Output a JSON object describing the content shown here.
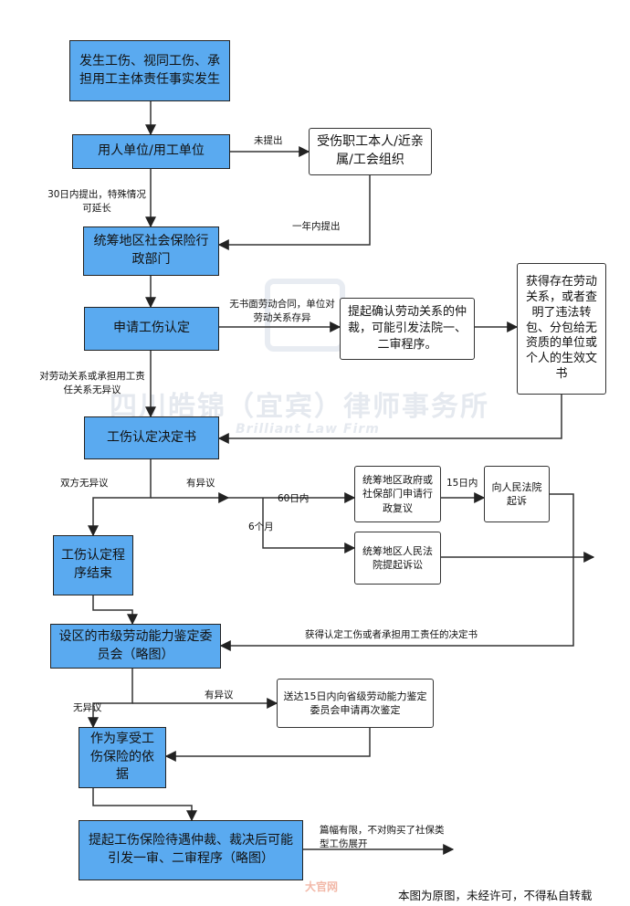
{
  "boxes": {
    "start": "发生工伤、视同工伤、承担用工主体责任事实发生",
    "employer": "用人单位/用工单位",
    "injured": "受伤职工本人/近亲属/工会组织",
    "social_insurance": "统筹地区社会保险行政部门",
    "apply": "申请工伤认定",
    "arbitration": "提起确认劳动关系的仲裁，可能引发法院一、二审程序。",
    "effective_doc": "获得存在劳动关系，或者查明了违法转包、分包给无资质的单位或个人的生效文书",
    "decision": "工伤认定决定书",
    "reconsideration": "统筹地区政府或社保部门申请行政复议",
    "court": "向人民法院起诉",
    "lawsuit": "统筹地区人民法院提起诉讼",
    "procedure_end": "工伤认定程序结束",
    "appraisal": "设区的市级劳动能力鉴定委员会（略图）",
    "reappraisal": "送达15日内向省级劳动能力鉴定委员会申请再次鉴定",
    "basis": "作为享受工伤保险的依据",
    "final": "提起工伤保险待遇仲裁、裁决后可能引发一审、二审程序（略图）"
  },
  "labels": {
    "not_filed": "未提出",
    "within_30": "30日内提出，特殊情况可延长",
    "within_year": "一年内提出",
    "no_contract": "无书面劳动合同，单位对劳动关系存异",
    "no_objection_relation": "对劳动关系或承担用工责任关系无异议",
    "both_no_objection": "双方无异议",
    "objection": "有异议",
    "within_60": "60日内",
    "six_months": "6个月",
    "within_15": "15日内",
    "obtain_decision": "获得认定工伤或者承担用工责任的决定书",
    "objection2": "有异议",
    "no_objection2": "无异议",
    "limited_space": "篇幅有限，不对购买了社保类型工伤展开"
  },
  "watermark": {
    "firm": "四川皓锦（宜宾）律师事务所",
    "firm_en": "Brilliant Law Firm"
  },
  "footer": {
    "logo": "大官网",
    "note": "本图为原图，未经许可，不得私自转载"
  }
}
